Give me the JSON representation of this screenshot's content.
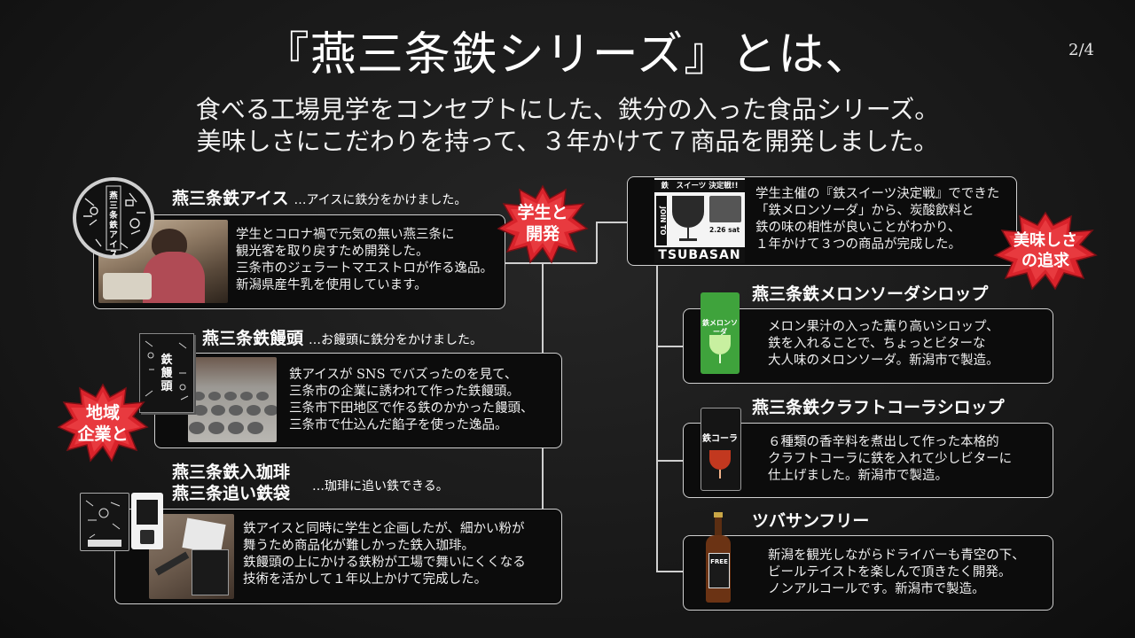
{
  "header": {
    "title": "『燕三条鉄シリーズ』とは、",
    "page_number": "2/4",
    "subtitle_line1": "食べる工場見学をコンセプトにした、鉄分の入った食品シリーズ。",
    "subtitle_line2": "美味しさにこだわりを持って、３年かけて７商品を開発しました。"
  },
  "badges": {
    "student_dev": [
      "学生と",
      "開発"
    ],
    "local_company": [
      "地域",
      "企業と"
    ],
    "taste_pursuit": [
      "美味しさ",
      "の追求"
    ]
  },
  "left": {
    "ice": {
      "name": "燕三条鉄アイス",
      "tagline": "…アイスに鉄分をかけました。",
      "description": "学生とコロナ禍で元気の無い燕三条に\n観光客を取り戻すため開発した。\n三条市のジェラートマエストロが作る逸品。\n新潟県産牛乳を使用しています。",
      "package_text": "燕三条鉄アイス"
    },
    "manju": {
      "name": "燕三条鉄饅頭",
      "tagline": "…お饅頭に鉄分をかけました。",
      "description": "鉄アイスが SNS でバズったのを見て、\n三条市の企業に誘われて作った鉄饅頭。\n三条市下田地区で作る鉄のかかった饅頭、\n三条市で仕込んだ餡子を使った逸品。",
      "package_text": "鉄饅頭"
    },
    "coffee": {
      "name_line1": "燕三条鉄入珈琲",
      "name_line2": "燕三条追い鉄袋",
      "tagline": "…珈琲に追い鉄できる。",
      "description": "鉄アイスと同時に学生と企画したが、細かい粉が\n舞うため商品化が難しかった鉄入珈琲。\n鉄饅頭の上にかける鉄粉が工場で舞いにくくなる\n技術を活かして１年以上かけて完成した。"
    }
  },
  "right": {
    "contest": {
      "poster_top": "鉄　スイーツ 決定戦!!",
      "poster_side": "JOIN TO",
      "poster_date": "2.26 sat",
      "poster_bottom": "TSUBASAN",
      "description": "学生主催の『鉄スイーツ決定戦』でできた\n「鉄メロンソーダ」から、炭酸飲料と\n鉄の味の相性が良いことがわかり、\n１年かけて３つの商品が完成した。"
    },
    "melon": {
      "name": "燕三条鉄メロンソーダシロップ",
      "description": "メロン果汁の入った薫り高いシロップ、\n鉄を入れることで、ちょっとビターな\n大人味のメロンソーダ。新潟市で製造。",
      "package_text": "鉄メロンソーダ"
    },
    "cola": {
      "name": "燕三条鉄クラフトコーラシロップ",
      "description": "６種類の香辛料を煮出して作った本格的\nクラフトコーラに鉄を入れて少しビターに\n仕上げました。新潟市で製造。",
      "package_text": "鉄コーラ"
    },
    "beer": {
      "name": "ツバサンフリー",
      "description": "新潟を観光しながらドライバーも青空の下、\nビールテイストを楽しんで頂きたく開発。\nノンアルコールです。新潟市で製造。",
      "label_text": "FREE"
    }
  },
  "colors": {
    "background": "#1b1b1b",
    "badge_red": "#d9232b",
    "border": "#d0d0d0",
    "melon_green": "#4fb54a",
    "cola_red": "#c2381f"
  }
}
